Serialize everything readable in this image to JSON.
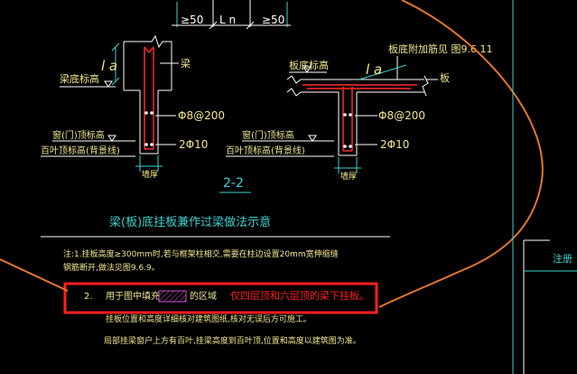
{
  "colors": {
    "background": "#000000",
    "text_yellow": "#f0e68c",
    "line_white": "#ffffff",
    "rebar_red": "#ff2a2a",
    "dim_cyan": "#3fd0d0",
    "boundary_orange": "#e8762b",
    "highlight_red": "#ff1e1e",
    "hatch_magenta": "#d050d0"
  },
  "top_dim": {
    "left": "≥50",
    "middle": "L n",
    "right": "≥50"
  },
  "left_detail": {
    "anchor": "l a",
    "beam": "梁",
    "beam_bottom": "梁底标高",
    "stirrup": "Φ8@200",
    "window_top": "窗(门)顶标高",
    "louver_top": "百叶顶标高(背景线)",
    "bars": "2Φ10",
    "wall": "墙厚"
  },
  "right_detail": {
    "slab_note": "板底附加筋见 图9.6.11",
    "slab_bottom": "板底标高",
    "anchor": "l a",
    "slab": "板",
    "stirrup": "Φ8@200",
    "window_top": "窗(门)顶标高",
    "louver_top": "百叶顶标高(背景线)",
    "bars": "2Φ10",
    "wall": "墙厚"
  },
  "section_label": "2-2",
  "heading": "梁(板)底挂板兼作过梁做法示意",
  "notes": {
    "line1": "注:1.挂板高度≥300mm时,若与框架柱相交,需要在柱边设置20mm宽伸缩缝",
    "line1b": "钢筋断开,做法见图9.6.9。",
    "item2_prefix": "2.",
    "item2_text": "用于图中填充",
    "item2_suffix": "的区域",
    "highlight": "仅四层顶和六层顶的梁下挂板。",
    "line3": "挂板位置和高度详细核对建筑图纸,核对无误后方可施工。",
    "line4": "局部挂梁窗户上方有百叶,挂梁高度到百叶顶,位置和高度以建筑图为准。"
  },
  "right_edge_label": "注册"
}
